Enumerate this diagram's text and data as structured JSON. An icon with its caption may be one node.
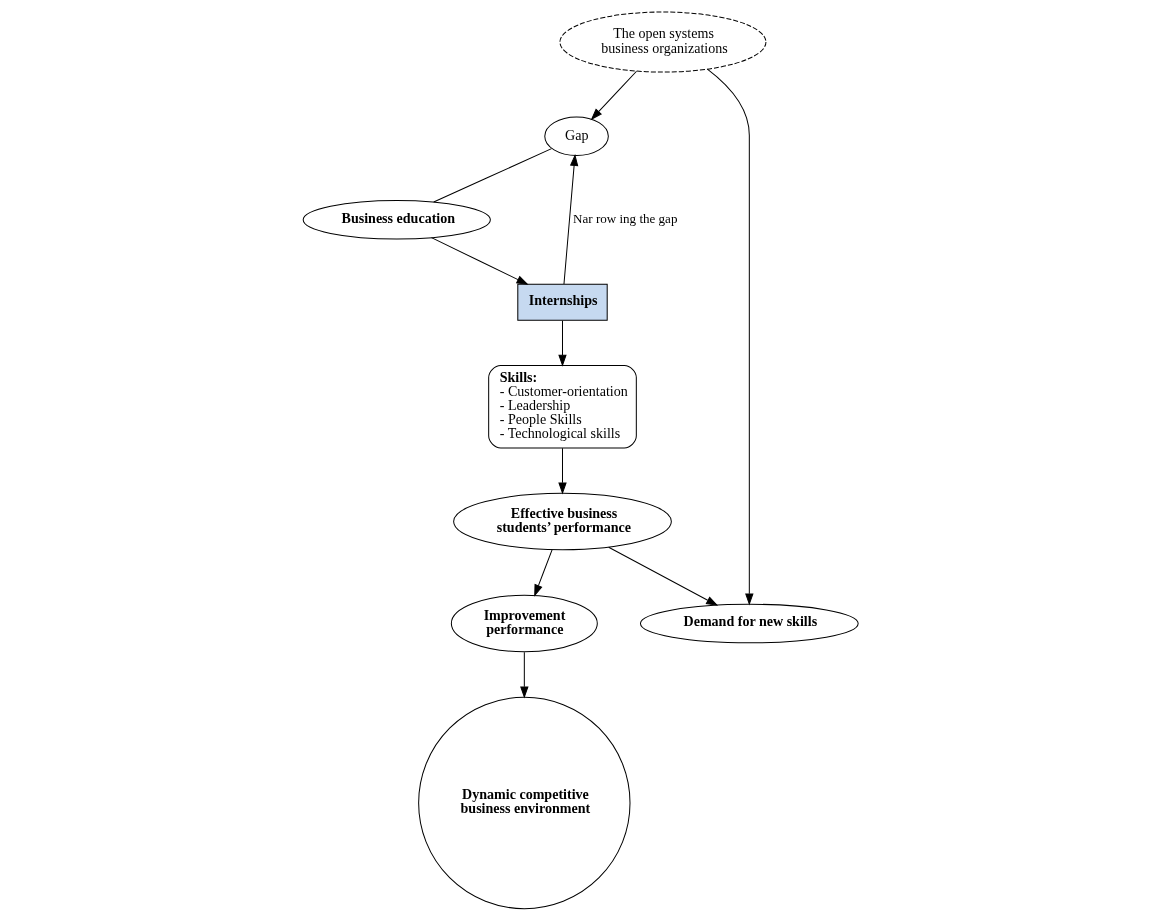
{
  "diagram": {
    "nodes": [
      {
        "text": [
          "Dynamic competitive business environment"
        ]
      },
      {
        "text": [
          "The open systems business organizations"
        ]
      },
      {
        "text": [
          "Gap"
        ]
      },
      {
        "text": [
          "Business education"
        ]
      },
      {
        "text": [
          "Internships"
        ]
      },
      {
        "text": [
          "Skills:",
          "- Customer-orientation",
          "- Leadership",
          "- People Skills",
          "- Technological skills"
        ]
      },
      {
        "text": [
          "Improvement performance"
        ]
      },
      {
        "text": [
          "Demand for new skills"
        ]
      },
      {
        "text": [
          "Effective business students’ performance"
        ]
      }
    ],
    "edges": [
      {
        "from": 1,
        "to": 2,
        "arrow": "to"
      },
      {
        "from": 2,
        "to": 3,
        "arrow": "none"
      },
      {
        "from": 3,
        "to": 4,
        "arrow": "to"
      },
      {
        "from": 4,
        "to": 2,
        "arrow": "to",
        "label": "Nar row ing the gap"
      },
      {
        "from": 1,
        "to": 7,
        "arrow": "to"
      },
      {
        "from": 4,
        "to": 5,
        "arrow": "to"
      },
      {
        "from": 5,
        "to": 8,
        "arrow": "to"
      },
      {
        "from": 8,
        "to": 7,
        "arrow": "to"
      },
      {
        "from": 8,
        "to": 6,
        "arrow": "to"
      },
      {
        "from": 6,
        "to": 0,
        "arrow": "to"
      }
    ]
  }
}
